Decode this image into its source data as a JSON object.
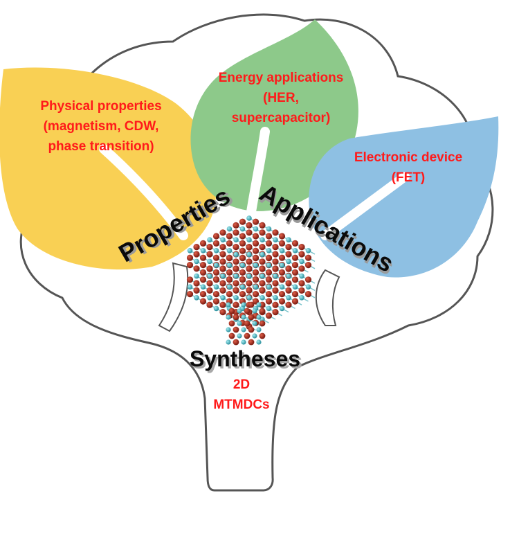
{
  "leaves": {
    "physical": {
      "line1": "Physical properties",
      "line2": "(magnetism, CDW,",
      "line3": "phase transition)",
      "color": "#f9d054"
    },
    "energy": {
      "line1": "Energy applications",
      "line2": "(HER,",
      "line3": "supercapacitor)",
      "color": "#8dc98a"
    },
    "electronic": {
      "line1": "Electronic device",
      "line2": "(FET)",
      "color": "#8ec0e3"
    }
  },
  "branches": {
    "properties": "Properties",
    "applications": "Applications"
  },
  "trunk": {
    "label": "Syntheses",
    "material_line1": "2D",
    "material_line2": "MTMDCs"
  },
  "colors": {
    "text_red": "#ff1a1a",
    "tree_outline": "#555555",
    "atom_red": "#a52a1a",
    "atom_cyan": "#3fb6c4"
  }
}
